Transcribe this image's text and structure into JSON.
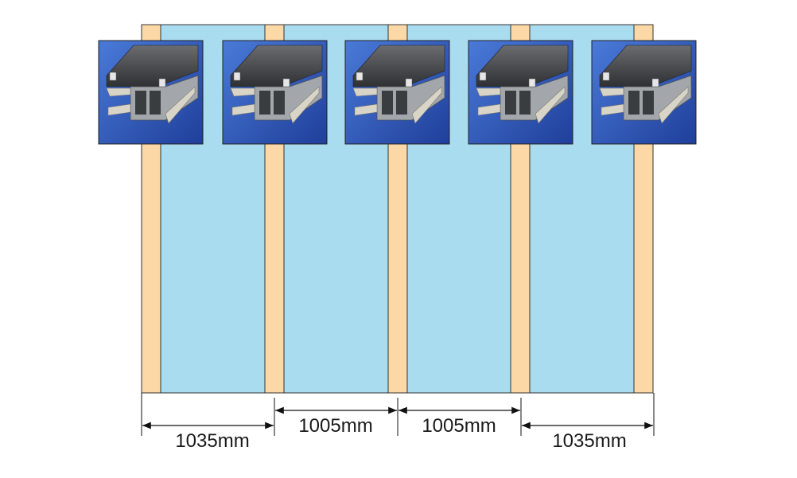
{
  "colors": {
    "panel": "#aadcf0",
    "rafter": "#fcd8a6",
    "edge": "#333333",
    "photo_bg_light": "#4a7ad8",
    "photo_bg_dark": "#1f3f9a",
    "profile_top": "#45474a",
    "profile_metal": "#a3a7ab",
    "profile_cream": "#d8d5c8",
    "dimension_line": "#111111"
  },
  "dimensions": [
    {
      "label": "1035mm"
    },
    {
      "label": "1005mm"
    },
    {
      "label": "1005mm"
    },
    {
      "label": "1035mm"
    }
  ],
  "profile_photos": [
    {
      "icon": "glazing-bar-end-profile-icon"
    },
    {
      "icon": "glazing-bar-profile-icon"
    },
    {
      "icon": "glazing-bar-profile-icon"
    },
    {
      "icon": "glazing-bar-profile-icon"
    },
    {
      "icon": "glazing-bar-end-profile-icon"
    }
  ]
}
